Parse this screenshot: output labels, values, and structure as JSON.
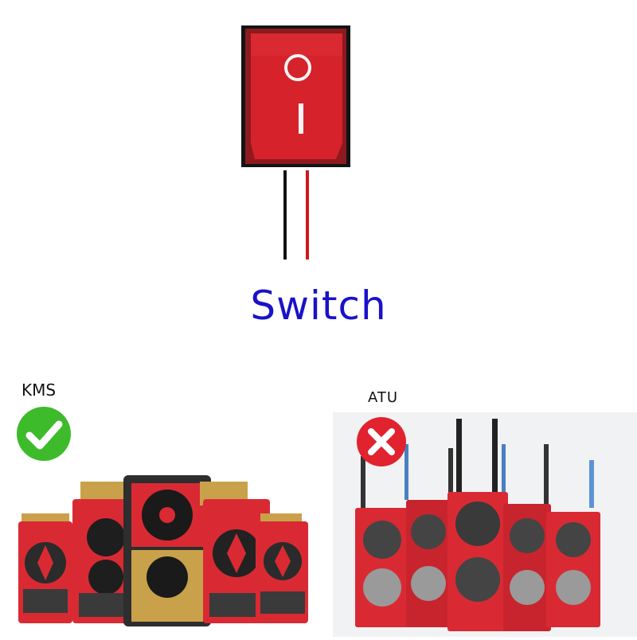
{
  "switch": {
    "title": "Switch",
    "title_color": "#1a12c8",
    "switch_color": "#d6222b",
    "off_symbol": "circle",
    "on_symbol": "bar"
  },
  "options": [
    {
      "label": "KMS",
      "status": "check-icon",
      "status_color": "#3dbb2b"
    },
    {
      "label": "ATU",
      "status": "cross-icon",
      "status_color": "#e0232e"
    }
  ],
  "colors": {
    "bms_red": "#d92a33",
    "bms_dark": "#3a3a3a",
    "copper": "#c9a14a"
  }
}
